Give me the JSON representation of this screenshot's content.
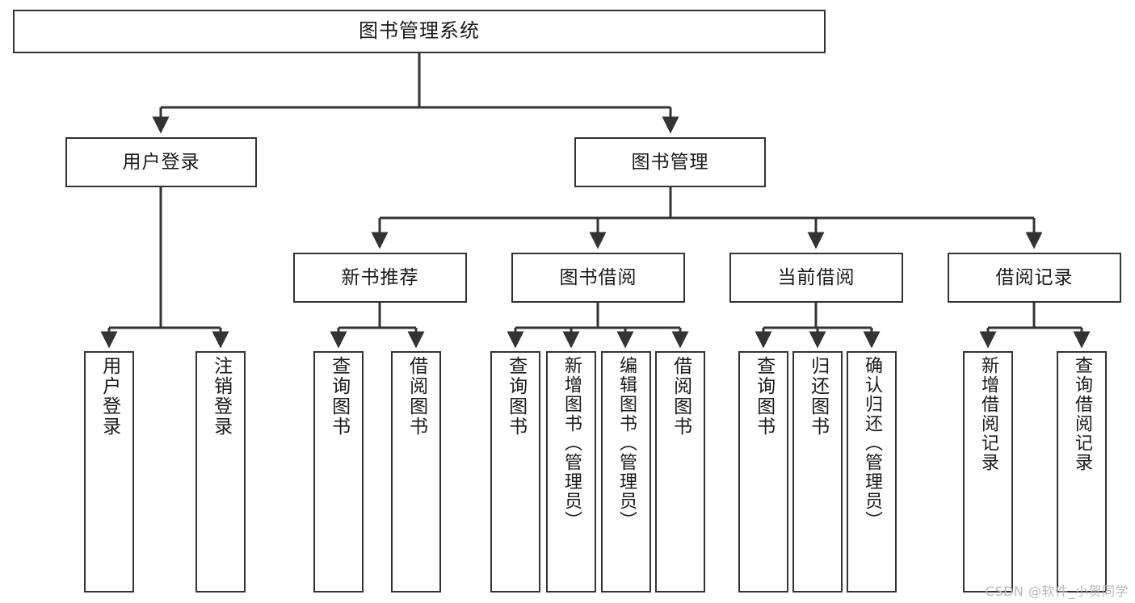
{
  "diagram": {
    "title": "图书管理系统",
    "type": "tree",
    "orientation": "top-down",
    "colors": {
      "box_border": "#333333",
      "box_fill": "#ffffff",
      "connector": "#333333",
      "text": "#1a1a1a",
      "watermark": "#b9b9b9",
      "background": "#ffffff"
    },
    "root": {
      "label": "图书管理系统"
    },
    "level2": [
      {
        "label": "用户登录"
      },
      {
        "label": "图书管理"
      }
    ],
    "level3": [
      {
        "label": "新书推荐"
      },
      {
        "label": "图书借阅"
      },
      {
        "label": "当前借阅"
      },
      {
        "label": "借阅记录"
      }
    ],
    "leaves": {
      "user_login": [
        {
          "label": "用户登录"
        },
        {
          "label": "注销登录"
        }
      ],
      "new_book_recommend": [
        {
          "label": "查询图书"
        },
        {
          "label": "借阅图书"
        }
      ],
      "book_borrow": [
        {
          "label": "查询图书"
        },
        {
          "label": "新增图书（管理员）"
        },
        {
          "label": "编辑图书（管理员）"
        },
        {
          "label": "借阅图书"
        }
      ],
      "current_borrow": [
        {
          "label": "查询图书"
        },
        {
          "label": "归还图书"
        },
        {
          "label": "确认归还（管理员）"
        }
      ],
      "borrow_record": [
        {
          "label": "新增借阅记录"
        },
        {
          "label": "查询借阅记录"
        }
      ]
    }
  },
  "watermark": {
    "text": "CSDN @软件_小贺同学"
  }
}
